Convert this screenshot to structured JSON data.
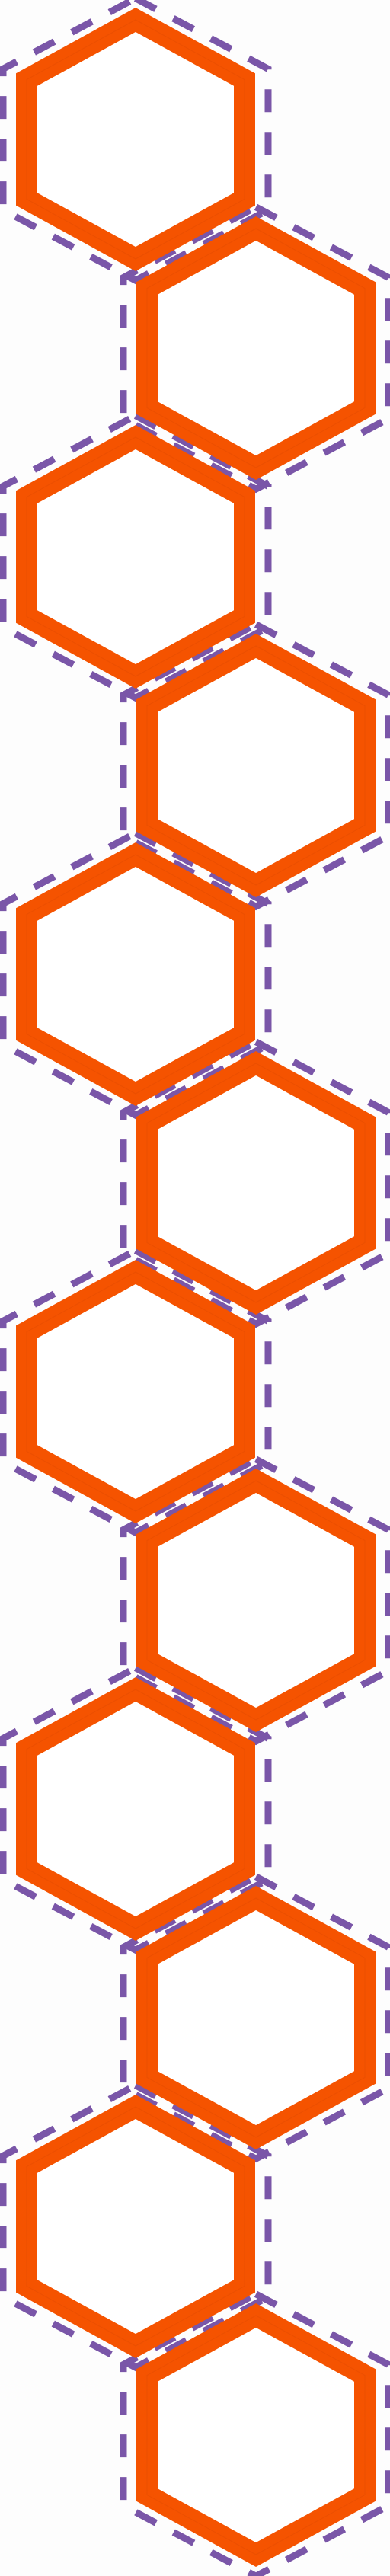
{
  "diagram": {
    "kind": "hexagon-chain",
    "hexagon_count": 12,
    "arrangement": "zigzag",
    "colors": {
      "background": "#fdfdfd",
      "hex_fill": "#ffffff",
      "hex_border": "#f55300",
      "hex_border_inner": "#d94800",
      "dashed_outline": "#7a56a8"
    }
  }
}
